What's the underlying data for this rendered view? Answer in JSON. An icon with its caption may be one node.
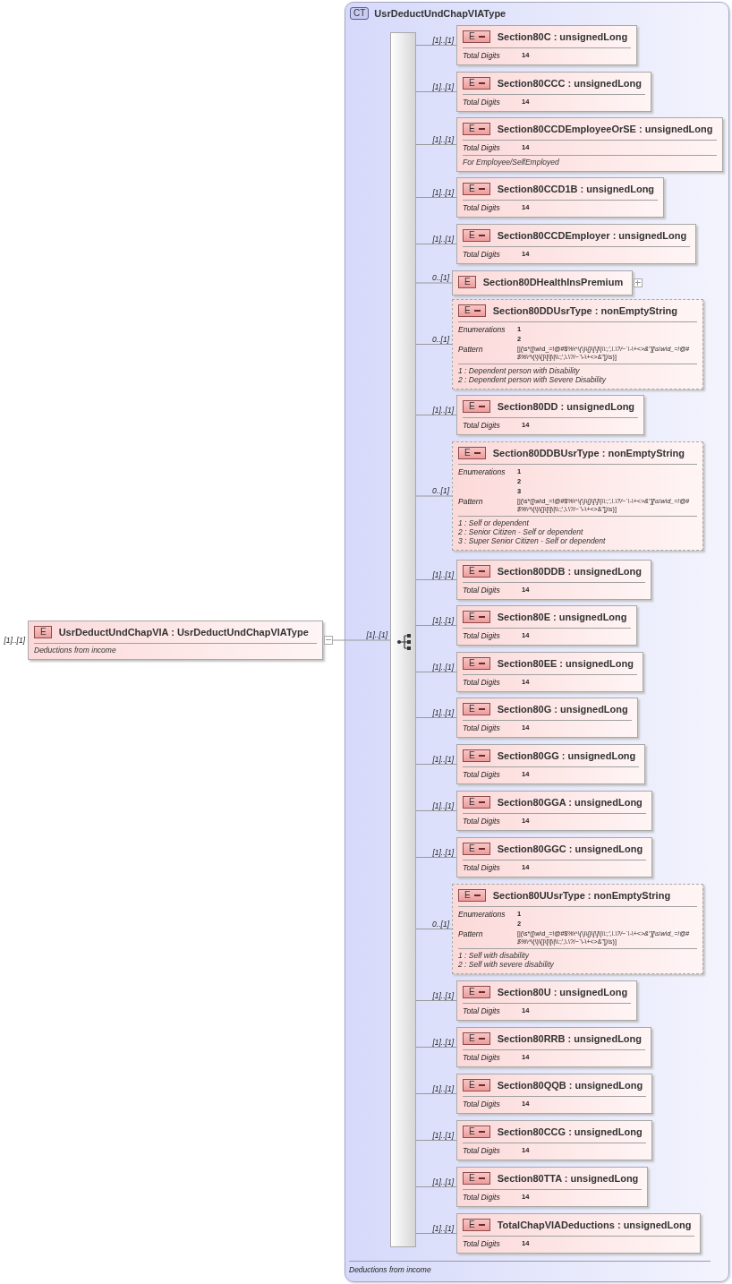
{
  "diagram": {
    "nodes": [
      {
        "text": [
          "E",
          "UsrDeductUndChapVIA : UsrDeductUndChapVIAType",
          "Deductions from income"
        ],
        "beside": [
          "[1]..[1]"
        ]
      },
      {
        "text": [
          "CT",
          "UsrDeductUndChapVIAType",
          "Deductions from income"
        ]
      },
      {
        "text": [],
        "shape": "bar",
        "in": 1
      },
      {
        "in": 1,
        "text": [
          "E",
          "Section80C : unsignedLong",
          "Total Digits",
          "14"
        ],
        "beside": [
          "[1]..[1]"
        ]
      },
      {
        "in": 1,
        "text": [
          "E",
          "Section80CCC : unsignedLong",
          "Total Digits",
          "14"
        ],
        "beside": [
          "[1]..[1]"
        ]
      },
      {
        "in": 1,
        "text": [
          "E",
          "Section80CCDEmployeeOrSE : unsignedLong",
          "Total Digits",
          "14",
          "For Employee/SelfEmployed"
        ],
        "beside": [
          "[1]..[1]"
        ]
      },
      {
        "in": 1,
        "text": [
          "E",
          "Section80CCD1B : unsignedLong",
          "Total Digits",
          "14"
        ],
        "beside": [
          "[1]..[1]"
        ]
      },
      {
        "in": 1,
        "text": [
          "E",
          "Section80CCDEmployer : unsignedLong",
          "Total Digits",
          "14"
        ],
        "beside": [
          "[1]..[1]"
        ]
      },
      {
        "in": 1,
        "text": [
          "E",
          "Section80DHealthInsPremium"
        ],
        "beside": [
          "0..[1]"
        ]
      },
      {
        "in": 1,
        "text": [
          "E",
          "Section80DDUsrType : nonEmptyString",
          "Enumerations",
          "1",
          "2",
          "Pattern",
          "[|(\\s*([\\w\\d_=!@#$%\\^*\\(\\)\\{}\\[\\]\\|\\\\:;',\\.\\?/~`\\-\\+<>&\"][\\s\\w\\d_=!@#$%\\^*\\(\\)\\{}\\[\\]\\|\\\\:;',\\.\\?/~`\\-\\+<>&\"]*)\\s*)]",
          "1 : Dependent person with Disability",
          "2 : Dependent person with Severe Disability"
        ],
        "beside": [
          "0..[1]"
        ]
      },
      {
        "in": 1,
        "text": [
          "E",
          "Section80DD : unsignedLong",
          "Total Digits",
          "14"
        ],
        "beside": [
          "[1]..[1]"
        ]
      },
      {
        "in": 1,
        "text": [
          "E",
          "Section80DDBUsrType : nonEmptyString",
          "Enumerations",
          "1",
          "2",
          "3",
          "Pattern",
          "[|(\\s*([\\w\\d_=!@#$%\\^*\\(\\)\\{}\\[\\]\\|\\\\:;',\\.\\?/~`\\-\\+<>&\"][\\s\\w\\d_=!@#$%\\^*\\(\\)\\{}\\[\\]\\|\\\\:;',\\.\\?/~`\\-\\+<>&\"]*)\\s*)]",
          "1 : Self or dependent",
          "2 : Senior Citizen - Self or dependent",
          "3 : Super Senior Citizen - Self or dependent"
        ],
        "beside": [
          "0..[1]"
        ]
      },
      {
        "in": 1,
        "text": [
          "E",
          "Section80DDB : unsignedLong",
          "Total Digits",
          "14"
        ],
        "beside": [
          "[1]..[1]"
        ]
      },
      {
        "in": 1,
        "text": [
          "E",
          "Section80E : unsignedLong",
          "Total Digits",
          "14"
        ],
        "beside": [
          "[1]..[1]"
        ]
      },
      {
        "in": 1,
        "text": [
          "E",
          "Section80EE : unsignedLong",
          "Total Digits",
          "14"
        ],
        "beside": [
          "[1]..[1]"
        ]
      },
      {
        "in": 1,
        "text": [
          "E",
          "Section80G : unsignedLong",
          "Total Digits",
          "14"
        ],
        "beside": [
          "[1]..[1]"
        ]
      },
      {
        "in": 1,
        "text": [
          "E",
          "Section80GG : unsignedLong",
          "Total Digits",
          "14"
        ],
        "beside": [
          "[1]..[1]"
        ]
      },
      {
        "in": 1,
        "text": [
          "E",
          "Section80GGA : unsignedLong",
          "Total Digits",
          "14"
        ],
        "beside": [
          "[1]..[1]"
        ]
      },
      {
        "in": 1,
        "text": [
          "E",
          "Section80GGC : unsignedLong",
          "Total Digits",
          "14"
        ],
        "beside": [
          "[1]..[1]"
        ]
      },
      {
        "in": 1,
        "text": [
          "E",
          "Section80UUsrType : nonEmptyString",
          "Enumerations",
          "1",
          "2",
          "Pattern",
          "[|(\\s*([\\w\\d_=!@#$%\\^*\\(\\)\\{}\\[\\]\\|\\\\:;',\\.\\?/~`\\-\\+<>&\"][\\s\\w\\d_=!@#$%\\^*\\(\\)\\{}\\[\\]\\|\\\\:;',\\.\\?/~`\\-\\+<>&\"]*)\\s*)]",
          "1 : Self with disability",
          "2 : Self with severe disability"
        ],
        "beside": [
          "0..[1]"
        ]
      },
      {
        "in": 1,
        "text": [
          "E",
          "Section80U : unsignedLong",
          "Total Digits",
          "14"
        ],
        "beside": [
          "[1]..[1]"
        ]
      },
      {
        "in": 1,
        "text": [
          "E",
          "Section80RRB : unsignedLong",
          "Total Digits",
          "14"
        ],
        "beside": [
          "[1]..[1]"
        ]
      },
      {
        "in": 1,
        "text": [
          "E",
          "Section80QQB : unsignedLong",
          "Total Digits",
          "14"
        ],
        "beside": [
          "[1]..[1]"
        ]
      },
      {
        "in": 1,
        "text": [
          "E",
          "Section80CCG : unsignedLong",
          "Total Digits",
          "14"
        ],
        "beside": [
          "[1]..[1]"
        ]
      },
      {
        "in": 1,
        "text": [
          "E",
          "Section80TTA : unsignedLong",
          "Total Digits",
          "14"
        ],
        "beside": [
          "[1]..[1]"
        ]
      },
      {
        "in": 1,
        "text": [
          "E",
          "TotalChapVIADeductions : unsignedLong",
          "Total Digits",
          "14"
        ],
        "beside": [
          "[1]..[1]"
        ]
      }
    ],
    "edges": [
      {
        "from": 0,
        "to": 2,
        "arrow": "none",
        "label": "[1]..[1]"
      },
      {
        "from": 2,
        "to": 3,
        "arrow": "none"
      },
      {
        "from": 2,
        "to": 4,
        "arrow": "none"
      },
      {
        "from": 2,
        "to": 5,
        "arrow": "none"
      },
      {
        "from": 2,
        "to": 6,
        "arrow": "none"
      },
      {
        "from": 2,
        "to": 7,
        "arrow": "none"
      },
      {
        "from": 2,
        "to": 8,
        "arrow": "none"
      },
      {
        "from": 2,
        "to": 9,
        "arrow": "none"
      },
      {
        "from": 2,
        "to": 10,
        "arrow": "none"
      },
      {
        "from": 2,
        "to": 11,
        "arrow": "none"
      },
      {
        "from": 2,
        "to": 12,
        "arrow": "none"
      },
      {
        "from": 2,
        "to": 13,
        "arrow": "none"
      },
      {
        "from": 2,
        "to": 14,
        "arrow": "none"
      },
      {
        "from": 2,
        "to": 15,
        "arrow": "none"
      },
      {
        "from": 2,
        "to": 16,
        "arrow": "none"
      },
      {
        "from": 2,
        "to": 17,
        "arrow": "none"
      },
      {
        "from": 2,
        "to": 18,
        "arrow": "none"
      },
      {
        "from": 2,
        "to": 19,
        "arrow": "none"
      },
      {
        "from": 2,
        "to": 20,
        "arrow": "none"
      },
      {
        "from": 2,
        "to": 21,
        "arrow": "none"
      },
      {
        "from": 2,
        "to": 22,
        "arrow": "none"
      },
      {
        "from": 2,
        "to": 23,
        "arrow": "none"
      },
      {
        "from": 2,
        "to": 24,
        "arrow": "none"
      },
      {
        "from": 2,
        "to": 25,
        "arrow": "none"
      }
    ]
  }
}
